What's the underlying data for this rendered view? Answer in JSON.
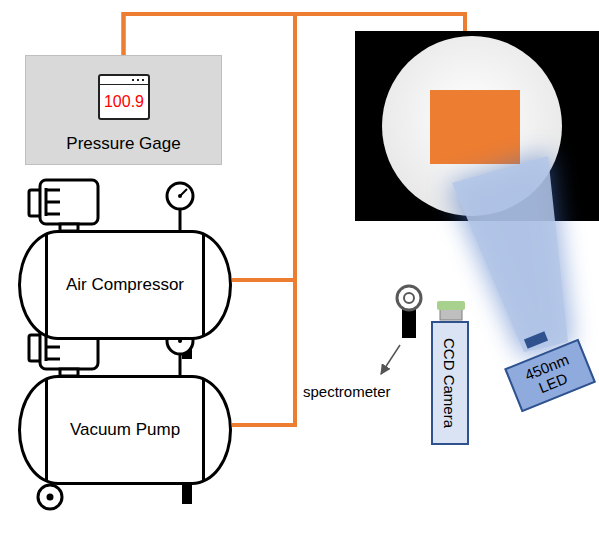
{
  "diagram": {
    "nodes": [
      {
        "text": [
          "Pressure Gage"
        ]
      },
      {
        "text": [
          "100.9"
        ],
        "in": 0
      },
      {
        "text": [
          "Air Compressor"
        ]
      },
      {
        "text": [
          "Vacuum Pump"
        ]
      },
      {
        "text": [
          "CCD Camera"
        ]
      },
      {
        "text": [
          "450nm LED"
        ]
      }
    ],
    "edges": [
      {
        "from": 2,
        "to": 0,
        "arrow": "none"
      },
      {
        "from": 3,
        "to": 0,
        "arrow": "none"
      }
    ],
    "labels": [
      "spectrometer"
    ]
  }
}
